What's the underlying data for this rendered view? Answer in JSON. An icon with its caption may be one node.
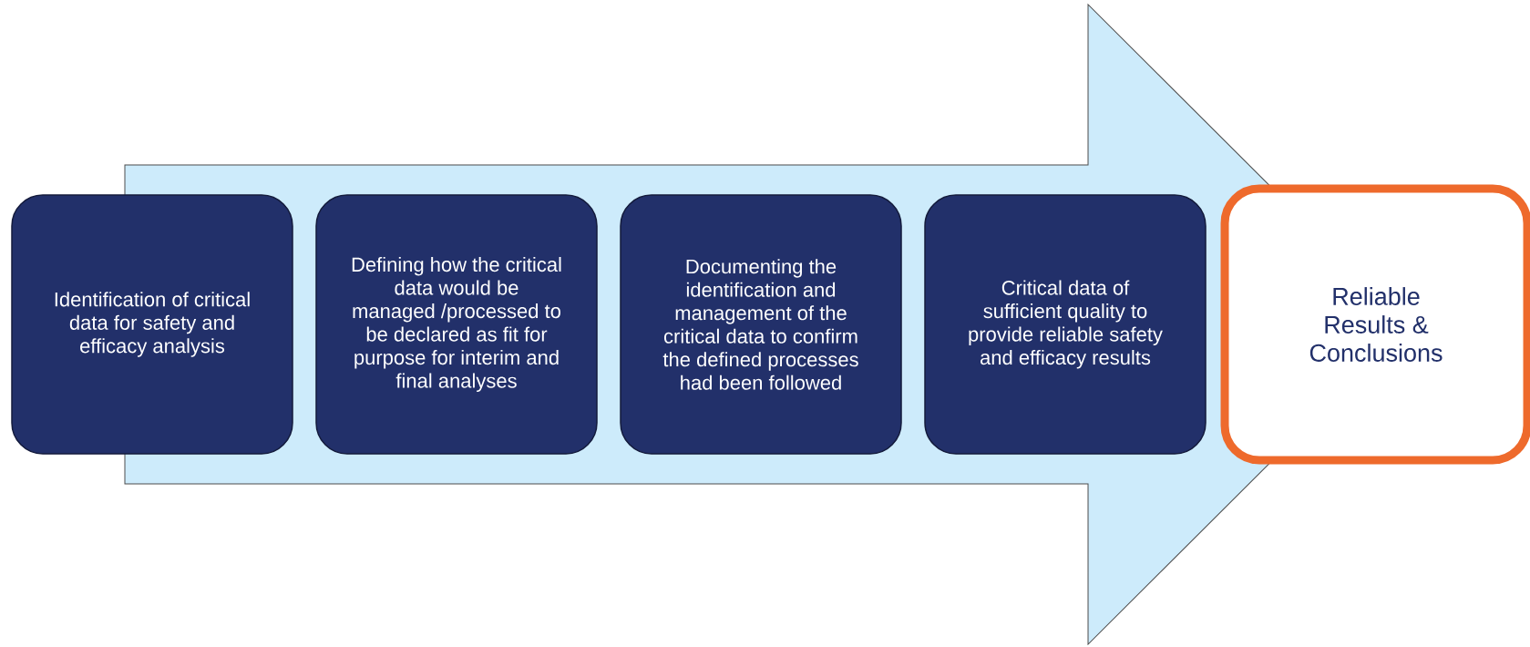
{
  "diagram": {
    "nodes": [
      {
        "text": [
          "Identification of critical data for safety and efficacy analysis"
        ]
      },
      {
        "text": [
          "Defining how the critical data would be managed /processed to be declared as fit for purpose for interim and final analyses"
        ]
      },
      {
        "text": [
          "Documenting the identification and management of the critical data to confirm the defined processes had been followed"
        ]
      },
      {
        "text": [
          "Critical data of sufficient quality to provide reliable safety and efficacy results"
        ]
      },
      {
        "text": [
          "Reliable Results & Conclusions"
        ]
      }
    ],
    "edges": [
      {
        "from": 0,
        "to": 4,
        "arrow": "to"
      }
    ]
  }
}
